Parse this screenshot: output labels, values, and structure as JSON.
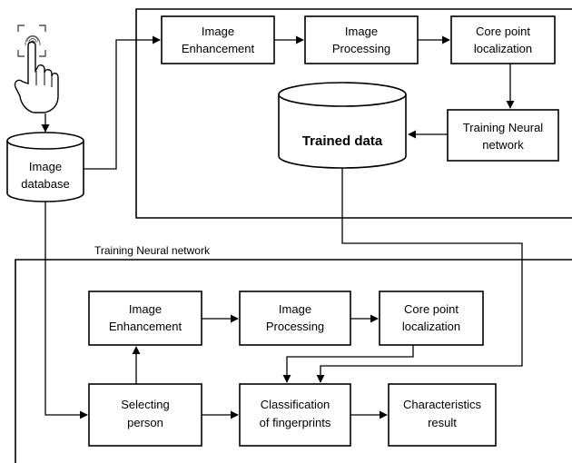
{
  "diagram": {
    "image_db": {
      "line1": "Image",
      "line2": "database"
    },
    "top": {
      "enhance": {
        "line1": "Image",
        "line2": "Enhancement"
      },
      "process": {
        "line1": "Image",
        "line2": "Processing"
      },
      "core": {
        "line1": "Core point",
        "line2": "localization"
      },
      "train": {
        "line1": "Training Neural",
        "line2": "network"
      },
      "trained": {
        "label": "Trained data"
      }
    },
    "section_label": "Training Neural network",
    "bottom": {
      "enhance": {
        "line1": "Image",
        "line2": "Enhancement"
      },
      "process": {
        "line1": "Image",
        "line2": "Processing"
      },
      "core": {
        "line1": "Core point",
        "line2": "localization"
      },
      "select": {
        "line1": "Selecting",
        "line2": "person"
      },
      "classify": {
        "line1": "Classification",
        "line2": "of fingerprints"
      },
      "result": {
        "line1": "Characteristics",
        "line2": "result"
      }
    }
  }
}
